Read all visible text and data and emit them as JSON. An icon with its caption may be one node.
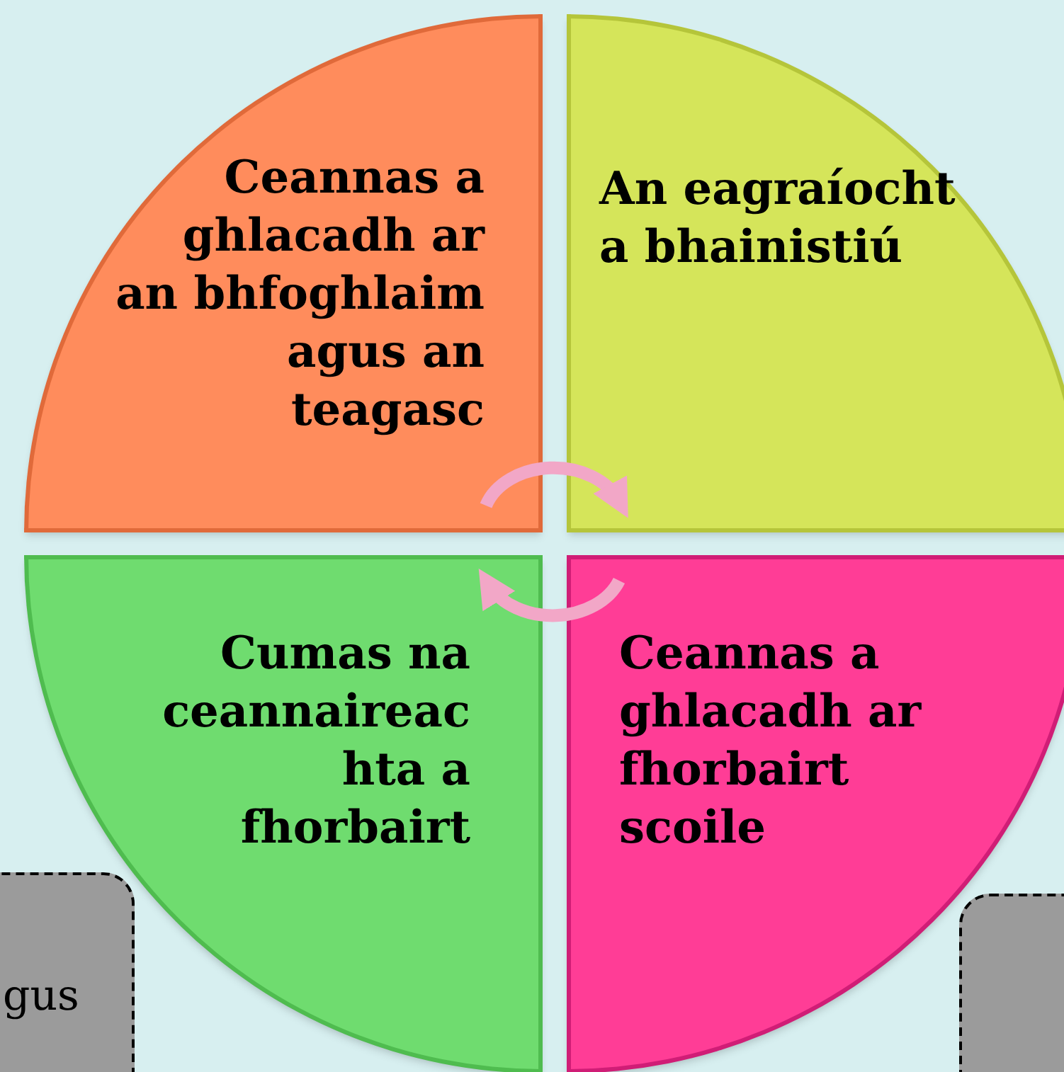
{
  "diagram": {
    "nodes": [
      {
        "text": [
          "Ceannas a ghlacadh ar an bhfoghlaim agus an teagasc"
        ]
      },
      {
        "text": [
          "An eagraíocht a bhainistiú"
        ]
      },
      {
        "text": [
          "Cumas na ceannaireac hta a fhorbairt"
        ]
      },
      {
        "text": [
          "Ceannas a ghlacadh ar fhorbairt scoile"
        ]
      },
      {
        "text": [
          "gus"
        ]
      },
      {
        "text": [],
        "shape": "box"
      }
    ],
    "edges": [
      {
        "from": 0,
        "to": 1,
        "arrow": "to"
      },
      {
        "from": 3,
        "to": 2,
        "arrow": "to"
      }
    ]
  }
}
